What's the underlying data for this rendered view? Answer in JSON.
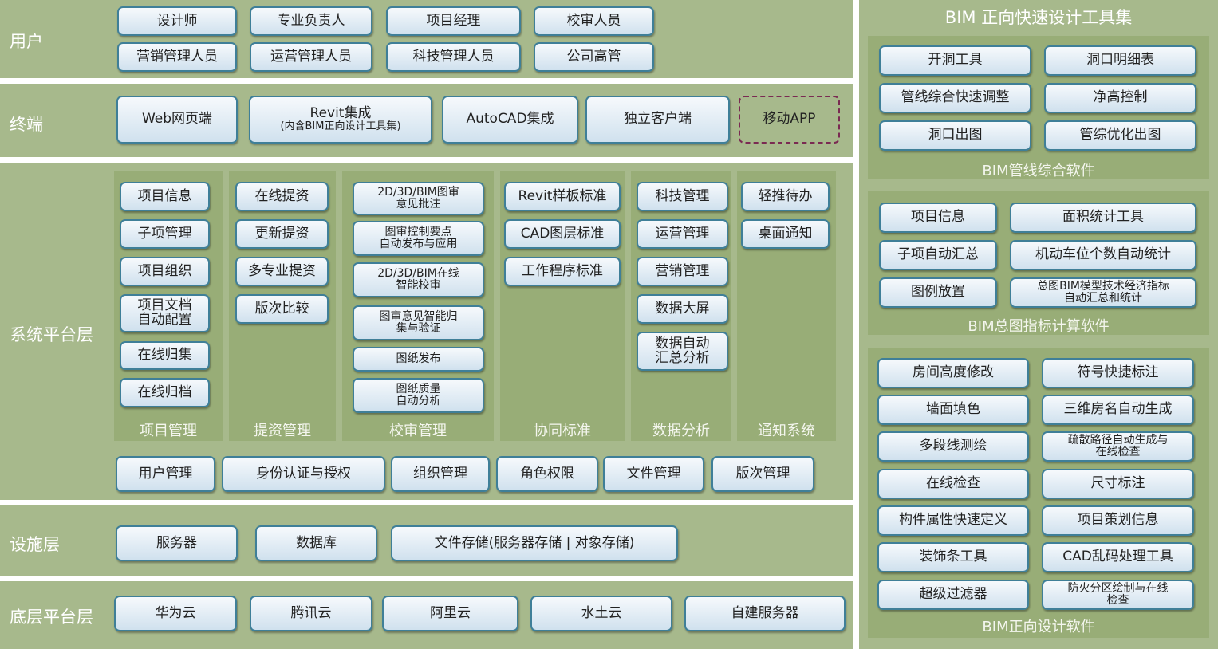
{
  "layers": {
    "users": {
      "label": "用户",
      "items": [
        "设计师",
        "专业负责人",
        "项目经理",
        "校审人员",
        "营销管理人员",
        "运营管理人员",
        "科技管理人员",
        "公司高管"
      ]
    },
    "terminal": {
      "label": "终端",
      "items": [
        "Web网页端",
        "Revit集成",
        "AutoCAD集成",
        "独立客户端",
        "移动APP"
      ],
      "revit_sub": "(内含BIM正向设计工具集)"
    },
    "system": {
      "label": "系统平台层",
      "groups": [
        {
          "label": "项目管理",
          "items": [
            "项目信息",
            "子项管理",
            "项目组织",
            "项目文档\n自动配置",
            "在线归集",
            "在线归档"
          ]
        },
        {
          "label": "提资管理",
          "items": [
            "在线提资",
            "更新提资",
            "多专业提资",
            "版次比较"
          ]
        },
        {
          "label": "校审管理",
          "items": [
            "2D/3D/BIM图审\n意见批注",
            "图审控制要点\n自动发布与应用",
            "2D/3D/BIM在线\n智能校审",
            "图审意见智能归\n集与验证",
            "图纸发布",
            "图纸质量\n自动分析"
          ]
        },
        {
          "label": "协同标准",
          "items": [
            "Revit样板标准",
            "CAD图层标准",
            "工作程序标准"
          ]
        },
        {
          "label": "数据分析",
          "items": [
            "科技管理",
            "运营管理",
            "营销管理",
            "数据大屏",
            "数据自动\n汇总分析"
          ]
        },
        {
          "label": "通知系统",
          "items": [
            "轻推待办",
            "桌面通知"
          ]
        }
      ],
      "common": [
        "用户管理",
        "身份认证与授权",
        "组织管理",
        "角色权限",
        "文件管理",
        "版次管理"
      ]
    },
    "facility": {
      "label": "设施层",
      "items": [
        "服务器",
        "数据库",
        "文件存储(服务器存储 | 对象存储)"
      ]
    },
    "base": {
      "label": "底层平台层",
      "items": [
        "华为云",
        "腾讯云",
        "阿里云",
        "水土云",
        "自建服务器"
      ]
    }
  },
  "toolset": {
    "title": "BIM 正向快速设计工具集",
    "panels": [
      {
        "label": "BIM管线综合软件",
        "items": [
          "开洞工具",
          "洞口明细表",
          "管线综合快速调整",
          "净高控制",
          "洞口出图",
          "管综优化出图"
        ]
      },
      {
        "label": "BIM总图指标计算软件",
        "items": [
          "项目信息",
          "面积统计工具",
          "子项自动汇总",
          "机动车位个数自动统计",
          "图例放置",
          "总图BIM模型技术经济指标\n自动汇总和统计"
        ]
      },
      {
        "label": "BIM正向设计软件",
        "items": [
          "房间高度修改",
          "符号快捷标注",
          "墙面填色",
          "三维房名自动生成",
          "多段线测绘",
          "疏散路径自动生成与\n在线检查",
          "在线检查",
          "尺寸标注",
          "构件属性快速定义",
          "项目策划信息",
          "装饰条工具",
          "CAD乱码处理工具",
          "超级过滤器",
          "防火分区绘制与在线\n检查"
        ]
      }
    ]
  }
}
